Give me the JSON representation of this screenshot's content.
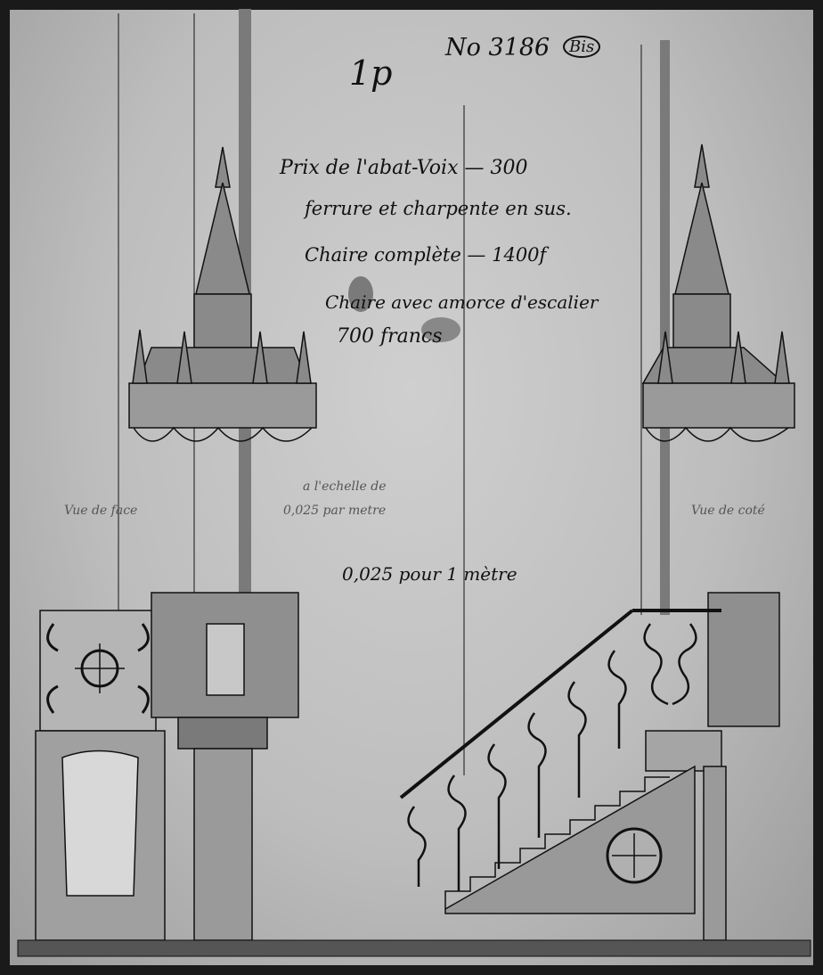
{
  "document": {
    "sheet_mark": "1p",
    "number": "No 3186",
    "suffix": "Bis",
    "notes": [
      "Prix de l'abat-Voix — 300",
      "ferrure et charpente en sus.",
      "Chaire complète — 1400f",
      "Chaire avec amorce d'escalier",
      "700 francs"
    ],
    "scale_note_line1": "a l'echelle de",
    "scale_note_line2": "0,025 par metre",
    "scale_note_main": "0,025 pour 1 mètre",
    "label_front": "Vue de face",
    "label_side": "Vue de coté"
  },
  "colors": {
    "paper": "#c4c4c4",
    "ink": "#111111",
    "wash": "#6e6e6e"
  }
}
